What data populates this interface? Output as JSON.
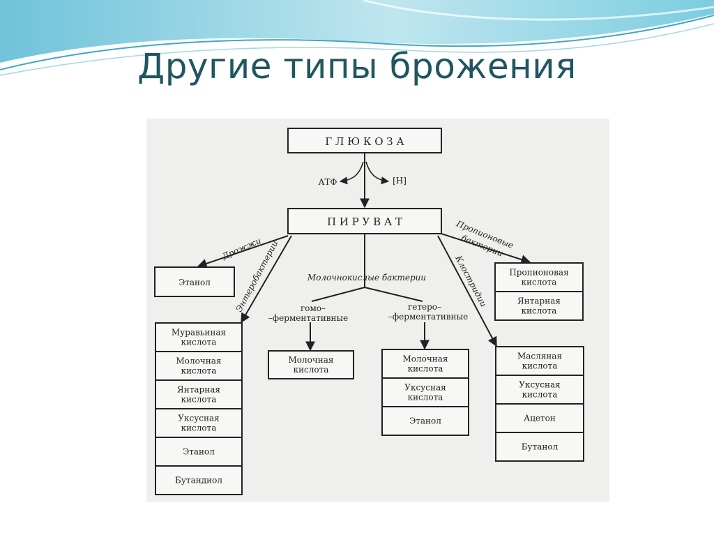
{
  "title": "Другие типы брожения",
  "diagram": {
    "glucose": "Г Л Ю К О З А",
    "atp": "АТФ",
    "h": "[Н]",
    "pyruvate": "П И Р У В А Т",
    "edge_labels": {
      "yeast": "Дрожжи",
      "enterobacteria": "Энтеробактерии",
      "lactic": "Молочнокислые бактерии",
      "propionic_l1": "Пропионовые",
      "propionic_l2": "бактерии",
      "clostridia": "Клостридии",
      "homo_l1": "гомо–",
      "homo_l2": "–ферментативные",
      "hetero_l1": "гетеро–",
      "hetero_l2": "–ферментативные"
    },
    "ethanol_box": "Этанол",
    "entero_products": [
      [
        "Муравьиная",
        "кислота"
      ],
      [
        "Молочная",
        "кислота"
      ],
      [
        "Янтарная",
        "кислота"
      ],
      [
        "Уксусная",
        "кислота"
      ],
      [
        "Этанол"
      ],
      [
        "Бутандиол"
      ]
    ],
    "homo_products": [
      [
        "Молочная",
        "кислота"
      ]
    ],
    "hetero_products": [
      [
        "Молочная",
        "кислота"
      ],
      [
        "Уксусная",
        "кислота"
      ],
      [
        "Этанол"
      ]
    ],
    "propionic_products": [
      [
        "Пропионовая",
        "кислота"
      ],
      [
        "Янтарная",
        "кислота"
      ]
    ],
    "clostridia_products": [
      [
        "Масляная",
        "кислота"
      ],
      [
        "Уксусная",
        "кислота"
      ],
      [
        "Ацетон"
      ],
      [
        "Бутанол"
      ]
    ]
  }
}
